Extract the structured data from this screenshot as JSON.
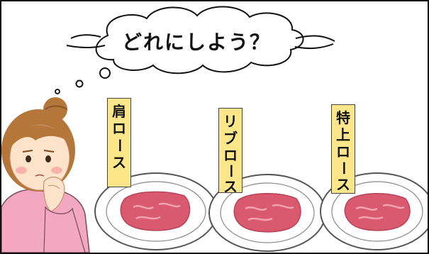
{
  "thought": {
    "text": "どれにしよう？"
  },
  "labels": [
    {
      "chars": [
        "肩",
        "ロ",
        "ー",
        "ス"
      ]
    },
    {
      "chars": [
        "リ",
        "ブ",
        "ロ",
        "ー",
        "ス"
      ]
    },
    {
      "chars": [
        "特",
        "上",
        "ロ",
        "ー",
        "ス"
      ]
    }
  ],
  "colors": {
    "label_bg": "#fbe78a",
    "meat": "#d95a6e",
    "meat_marbling": "#f0a3ae",
    "shirt": "#f2a8c0",
    "hair": "#b5763a",
    "skin": "#fde3c9"
  }
}
